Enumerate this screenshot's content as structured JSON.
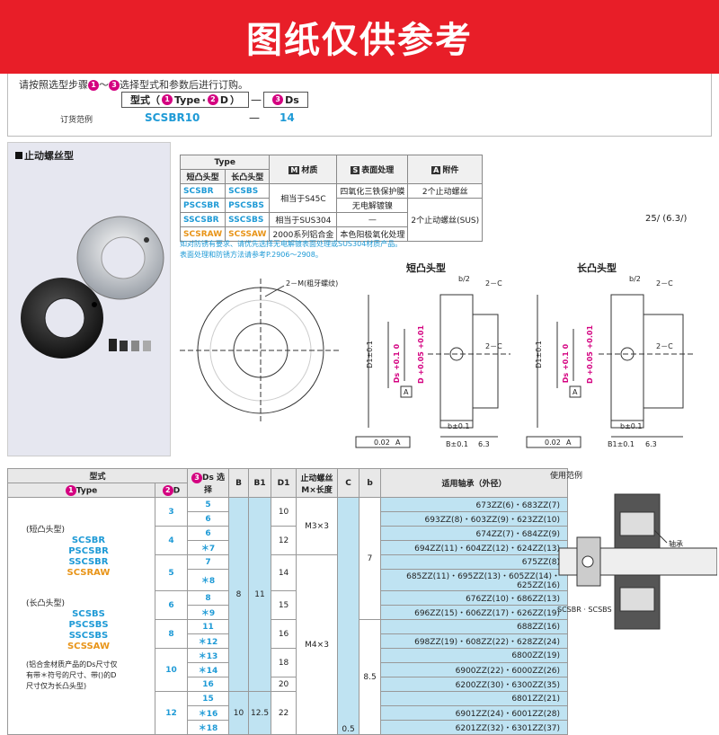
{
  "banner": {
    "title": "图纸仅供参考"
  },
  "order": {
    "instruction_pre": "请按照选型步骤",
    "circ1": "1",
    "range": "～",
    "circ3": "3",
    "instruction_post": "选择型式和参数后进行订购。",
    "box1_pre": "型式（",
    "box1_type": "Type",
    "box1_mid": "·",
    "box1_d": "D",
    "box1_post": "）",
    "box1_c1": "1",
    "box1_c2": "2",
    "dash": "—",
    "box2_c3": "3",
    "box2_label": "Ds",
    "example_label": "订货范例",
    "example_type": "SCSBR10",
    "example_ds": "14"
  },
  "panel": {
    "title": "止动螺丝型"
  },
  "spec": {
    "h_type": "Type",
    "h_short": "短凸头型",
    "h_long": "长凸头型",
    "h_mat_tag": "M",
    "h_mat": "材质",
    "h_surf_tag": "S",
    "h_surf": "表面处理",
    "h_acc_tag": "A",
    "h_acc": "附件",
    "rows": [
      {
        "s": "SCSBR",
        "l": "SCSBS",
        "mat": "相当于S45C",
        "surf": "四氧化三铁保护膜",
        "acc": "2个止动螺丝"
      },
      {
        "s": "PSCSBR",
        "l": "PSCSBS",
        "mat": "",
        "surf": "无电解镀镍",
        "acc": "2个止动螺丝(SUS)"
      },
      {
        "s": "SSCSBR",
        "l": "SSCSBS",
        "mat": "相当于SUS304",
        "surf": "—",
        "acc": ""
      },
      {
        "s": "SCSRAW",
        "l": "SCSSAW",
        "mat": "2000系列铝合金",
        "surf": "本色阳极氧化处理",
        "acc": ""
      }
    ],
    "note1": "如对防锈有要求、请优先选择无电解镀表面处理或SUS304材质产品。",
    "note2": "表面处理和防锈方法请参考",
    "note2_ref": "P.2906～2908。",
    "roughness": "25/ (6.3/)"
  },
  "drawing": {
    "short_title": "短凸头型",
    "long_title": "长凸头型",
    "thread": "2－M(粗牙螺纹)",
    "b2": "b/2",
    "c2": "2－C",
    "d1": "D1±0.1",
    "ds": "Ds",
    "ds_tol": "+0.1 0",
    "d": "D",
    "d_tol": "+0.05 +0.01",
    "datum": "A",
    "b_short": "b±0.1",
    "b_long": "b±0.1",
    "B_short": "B±0.1",
    "B_long": "B1±0.1",
    "perp_val": "0.02",
    "perp_ref": "A",
    "r63": "6.3"
  },
  "main": {
    "h_type": "型式",
    "h_type_c": "1",
    "h_type_s": "Type",
    "h_d_c": "2",
    "h_d": "D",
    "h_ds_c": "3",
    "h_ds": "Ds 选择",
    "h_B": "B",
    "h_B1": "B1",
    "h_D1": "D1",
    "h_screw": "止动螺丝 M×长度",
    "h_C": "C",
    "h_b": "b",
    "h_bearing": "适用轴承（外径）",
    "short_label": "(短凸头型)",
    "short_types": [
      "SCSBR",
      "PSCSBR",
      "SSCSBR",
      "SCSRAW"
    ],
    "long_label": "(长凸头型)",
    "long_types": [
      "SCSBS",
      "PSCSBS",
      "SSCSBS",
      "SCSSAW"
    ],
    "alum_note": "(铝合金材质产品的Ds尺寸仅有带＊符号的尺寸、带()的D尺寸仅为长凸头型)",
    "D": [
      "3",
      "4",
      "5",
      "6",
      "8",
      "10",
      "12"
    ],
    "Ds": [
      "5",
      "6",
      "6",
      "＊7",
      "7",
      "＊8",
      "8",
      "＊9",
      "11",
      "＊12",
      "＊13",
      "＊14",
      "16",
      "15",
      "＊16",
      "＊18"
    ],
    "B": [
      "8",
      "10"
    ],
    "B1": [
      "11",
      "12.5"
    ],
    "D1": [
      "10",
      "12",
      "14",
      "15",
      "16",
      "18",
      "20",
      "22"
    ],
    "screws": [
      "M3×3",
      "M4×3"
    ],
    "C": "0.5",
    "b": [
      "7",
      "8.5"
    ],
    "bearings": [
      "673ZZ(6)・683ZZ(7)",
      "693ZZ(8)・603ZZ(9)・623ZZ(10)",
      "674ZZ(7)・684ZZ(9)",
      "694ZZ(11)・604ZZ(12)・624ZZ(13)",
      "675ZZ(8)",
      "685ZZ(11)・695ZZ(13)・605ZZ(14)・625ZZ(16)",
      "676ZZ(10)・686ZZ(13)",
      "696ZZ(15)・606ZZ(17)・626ZZ(19)",
      "688ZZ(16)",
      "698ZZ(19)・608ZZ(22)・628ZZ(24)",
      "6800ZZ(19)",
      "6900ZZ(22)・6000ZZ(26)",
      "6200ZZ(30)・6300ZZ(35)",
      "6801ZZ(21)",
      "6901ZZ(24)・6001ZZ(28)",
      "6201ZZ(32)・6301ZZ(37)"
    ]
  },
  "example": {
    "title": "使用范例",
    "bearing": "轴承",
    "caption": "SCSBR · SCSBS"
  }
}
